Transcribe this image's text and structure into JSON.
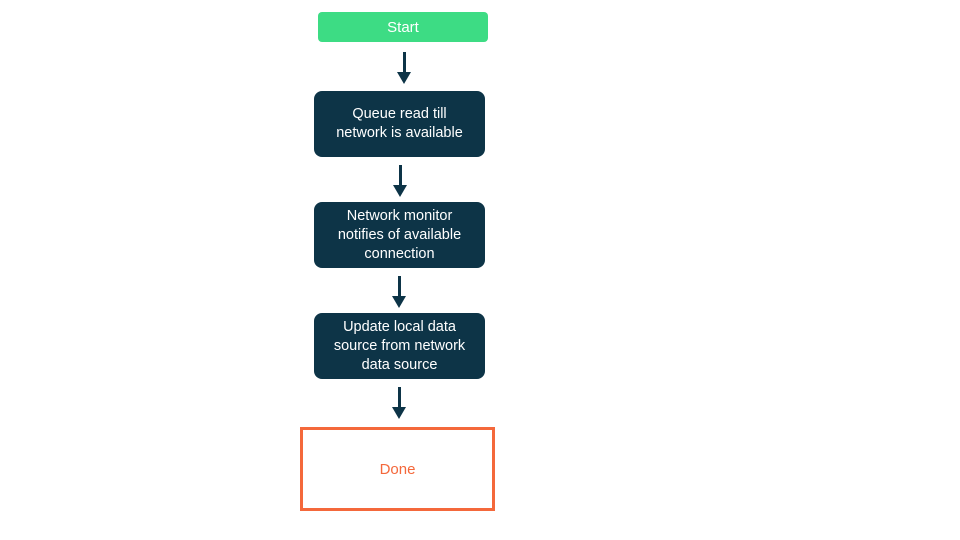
{
  "diagram": {
    "title": "offline-first sync flowchart",
    "background": "#ffffff"
  },
  "colors": {
    "start_fill": "#3ddc84",
    "process_fill": "#0d3447",
    "arrow": "#0d3447",
    "done_border": "#f4683b",
    "done_text": "#f4683b",
    "text_on_dark": "#ffffff",
    "text_on_green": "#ffffff"
  },
  "flowchart": {
    "nodes": [
      {
        "id": "start",
        "type": "start",
        "label": "Start",
        "lines": [
          "Start"
        ]
      },
      {
        "id": "queue-read",
        "type": "process",
        "label": "Queue read till network is available",
        "lines": [
          "Queue read till",
          "network is available"
        ]
      },
      {
        "id": "network-monitor",
        "type": "process",
        "label": "Network monitor notifies of available connection",
        "lines": [
          "Network monitor",
          "notifies of available",
          "connection"
        ]
      },
      {
        "id": "update-local",
        "type": "process",
        "label": "Update local data source from network data source",
        "lines": [
          "Update local data",
          "source from network",
          "data source"
        ]
      },
      {
        "id": "done",
        "type": "end",
        "label": "Done",
        "lines": [
          "Done"
        ]
      }
    ],
    "edges": [
      {
        "from": "start",
        "to": "queue-read"
      },
      {
        "from": "queue-read",
        "to": "network-monitor"
      },
      {
        "from": "network-monitor",
        "to": "update-local"
      },
      {
        "from": "update-local",
        "to": "done"
      }
    ]
  }
}
